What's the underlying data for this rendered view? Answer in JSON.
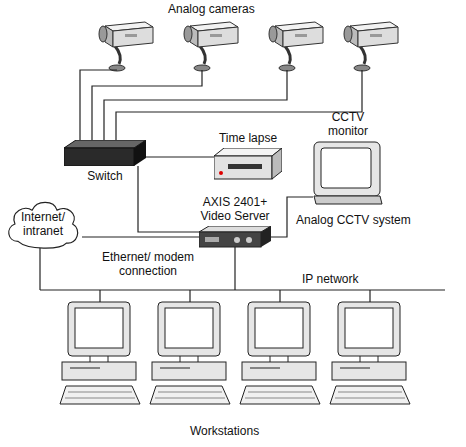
{
  "diagram": {
    "nodes": [
      {
        "text": [
          "Switch"
        ]
      },
      {
        "text": [
          "Time lapse"
        ]
      },
      {
        "text": [
          "CCTV monitor"
        ]
      },
      {
        "text": [
          "AXIS 2401+ Video Server"
        ]
      },
      {
        "text": [
          "Internet/ intranet"
        ]
      }
    ],
    "edges": [
      {
        "from": 0,
        "to": 1,
        "arrow": "none"
      },
      {
        "from": 0,
        "to": 3,
        "arrow": "none"
      },
      {
        "from": 2,
        "to": 3,
        "arrow": "none"
      },
      {
        "from": 4,
        "to": 3,
        "label": "Ethernet/ modem connection",
        "arrow": "none"
      }
    ],
    "labels": [
      "Analog cameras",
      "Analog CCTV system",
      "IP network",
      "Workstations"
    ]
  }
}
